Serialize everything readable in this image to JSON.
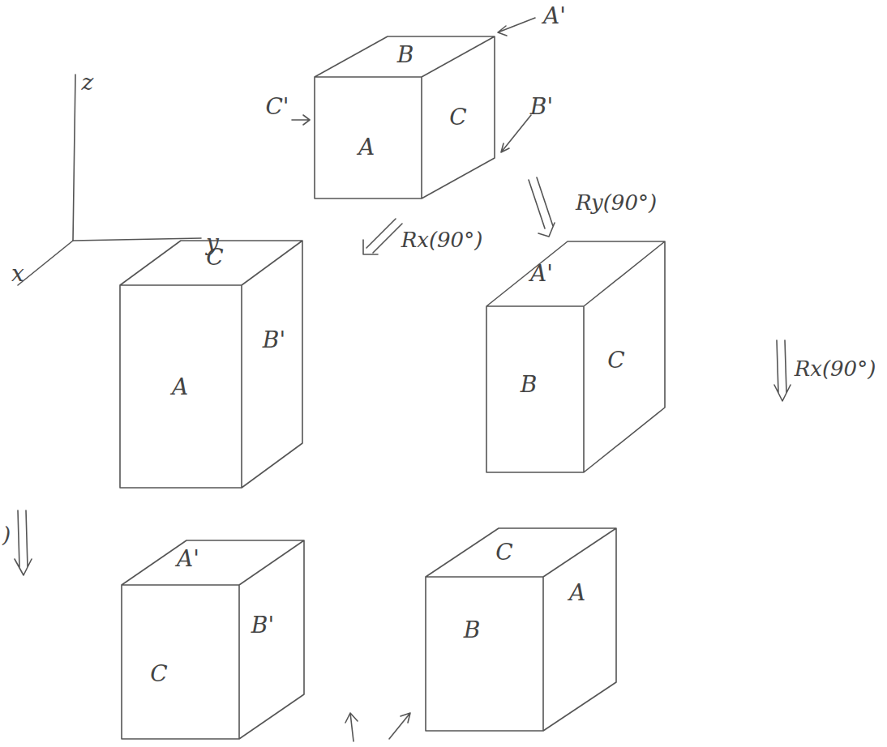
{
  "diagram": {
    "labels": [
      "z",
      "y",
      "x",
      "B",
      "A",
      "C",
      "A'",
      "B'",
      "C'",
      "Ry(90°)",
      "Rx(90°)",
      "C",
      "A",
      "B'",
      "A'",
      "B",
      "C",
      "Rx(90°)",
      ")",
      "A'",
      "C",
      "B'",
      "C",
      "B",
      "A"
    ]
  }
}
